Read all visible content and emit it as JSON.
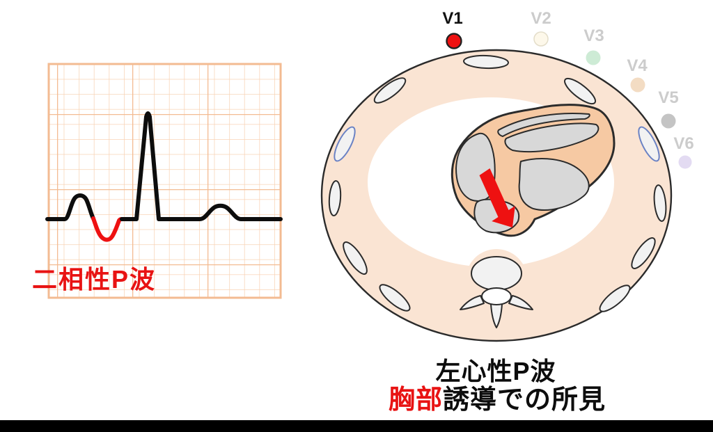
{
  "figure": {
    "type": "medical-ecg-diagram",
    "ecg_panel": {
      "annotation": "二相性P波",
      "waves": {
        "p_wave": "biphasic: initial positive deflection then negative terminal deflection (highlighted red)",
        "qrs": "tall narrow positive spike",
        "t_wave": "small positive hump"
      }
    },
    "chest_panel": {
      "electrodes": [
        {
          "label": "V1",
          "dot_color": "#ee1111",
          "dot_stroke": "#222222",
          "active": true
        },
        {
          "label": "V2",
          "dot_color": "#fdf8ea",
          "dot_stroke": "#e3ddc9",
          "active": false
        },
        {
          "label": "V3",
          "dot_color": "#cdebd5",
          "dot_stroke": "#cdebd5",
          "active": false
        },
        {
          "label": "V4",
          "dot_color": "#f3dcc3",
          "dot_stroke": "#f3dcc3",
          "active": false
        },
        {
          "label": "V5",
          "dot_color": "#c4c4c4",
          "dot_stroke": "#c4c4c4",
          "active": false
        },
        {
          "label": "V6",
          "dot_color": "#e3dbf2",
          "dot_stroke": "#e3dbf2",
          "active": false
        }
      ],
      "arrow_meaning": "red arrow pointing posteriorly toward left atrium (away from V1)"
    },
    "caption": {
      "line1": "左心性P波",
      "line2_highlight": "胸部",
      "line2_rest": "誘導での所見"
    }
  },
  "colors": {
    "accent_red": "#e81313",
    "ecg_trace": "#0d0d0d",
    "ecg_red_segment": "#ee1111",
    "grid_minor": "#f8d3b5",
    "grid_major": "#f3bb92",
    "chest_wall_fill": "#fae4d3",
    "outline_dark": "#2b2b2b",
    "rib_fill": "#f2f2f2",
    "rib_blue_stroke": "#6a82c4",
    "vertebra_fill": "#f2f2f2",
    "heart_muscle": "#f6c9a3",
    "heart_chamber": "#d8d8d8",
    "arrow_red": "#ee1111",
    "v_label_inactive": "#cccccc",
    "v_label_active": "#111111",
    "bottom_bar": "#000000"
  }
}
